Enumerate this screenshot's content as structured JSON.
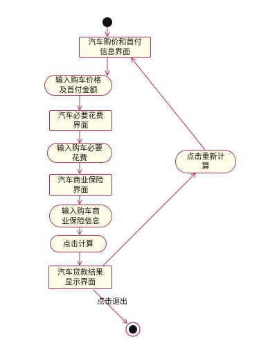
{
  "diagram": {
    "nodes": {
      "n1": "汽车购价和首付\n信息界面",
      "n2": "输入购车价格\n及首付金额",
      "n3": "汽车必要花费\n界面",
      "n4": "输入购车必要\n花费",
      "n5": "汽车商业保险\n界面",
      "n6": "输入购车商\n业保险信息",
      "n7": "点击计算",
      "n8": "汽车贷款结果\n显示界面",
      "n9": "点击重新计\n算"
    },
    "edge_labels": {
      "exit": "点击退出"
    }
  }
}
